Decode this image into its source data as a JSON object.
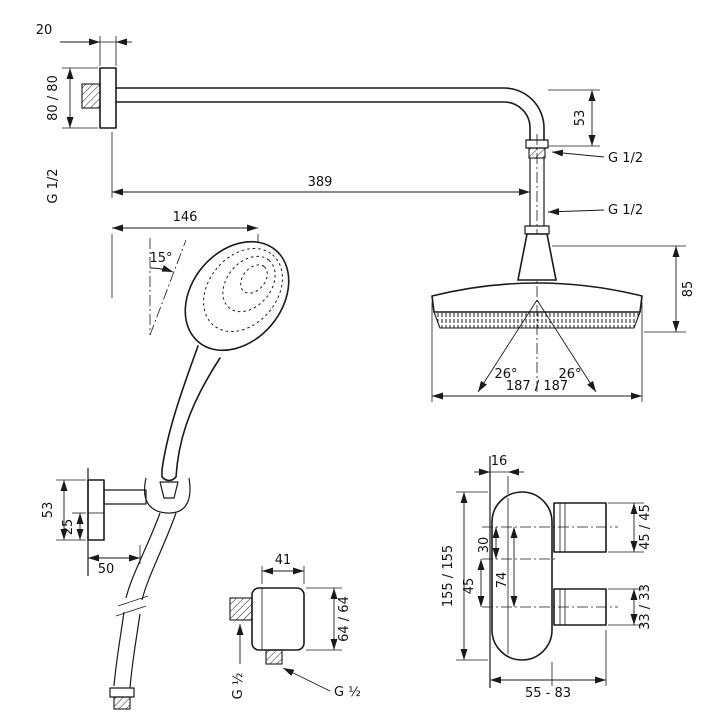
{
  "shower_arm": {
    "wall_plate_depth": "20",
    "escutcheon_size": "80 / 80",
    "wall_thread": "G 1/2",
    "projection": "389",
    "end_drop": "53",
    "end_thread": "G 1/2"
  },
  "overhead_shower": {
    "inlet_thread": "G 1/2",
    "height": "85",
    "spray_angle_left": "26°",
    "spray_angle_right": "26°",
    "head_size": "187 / 187"
  },
  "hand_shower": {
    "length": "146",
    "tilt_angle": "15°",
    "holder_height": "53",
    "holder_inset": "25",
    "holder_width": "50"
  },
  "wall_outlet": {
    "width": "41",
    "height": "64 / 64",
    "wall_thread": "G ½",
    "hose_thread": "G ½"
  },
  "thermostat": {
    "plate_depth": "16",
    "height": "155 / 155",
    "offset_top": "30",
    "handle_spacing": "74",
    "offset_bottom": "45",
    "handle_top_size": "45 / 45",
    "handle_bottom_size": "33 / 33",
    "depth_range": "55 - 83"
  }
}
